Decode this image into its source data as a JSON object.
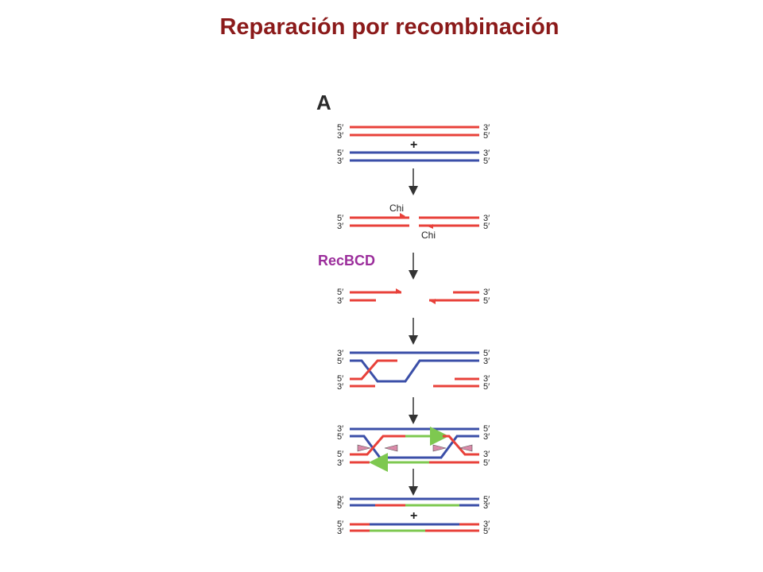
{
  "title": "Reparación por recombinación",
  "panel_label": "A",
  "end_labels": {
    "five_prime": "5′",
    "three_prime": "3′"
  },
  "plus_sign": "+",
  "chi_label": "Chi",
  "enzyme_label": "RecBCD",
  "colors": {
    "title": "#8b1a1a",
    "strand_red": "#e8413a",
    "strand_blue": "#3b4fa8",
    "strand_green": "#7ec850",
    "enzyme": "#9b2d9b",
    "arrowhead_pink": "#d98aa8"
  }
}
